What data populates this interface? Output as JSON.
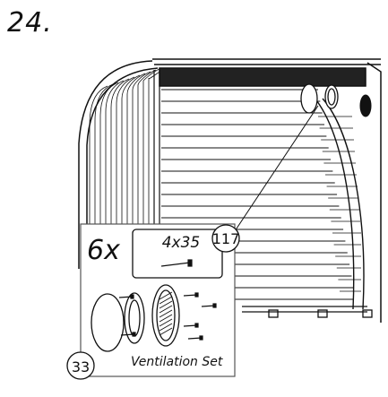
{
  "step": "24.",
  "inset": {
    "quantity": "6x",
    "screw_size": "4x35",
    "screw_part_number": "117",
    "vent_part_number": "33",
    "set_name": "Ventilation Set"
  },
  "colors": {
    "line": "#111111",
    "background": "#ffffff"
  }
}
